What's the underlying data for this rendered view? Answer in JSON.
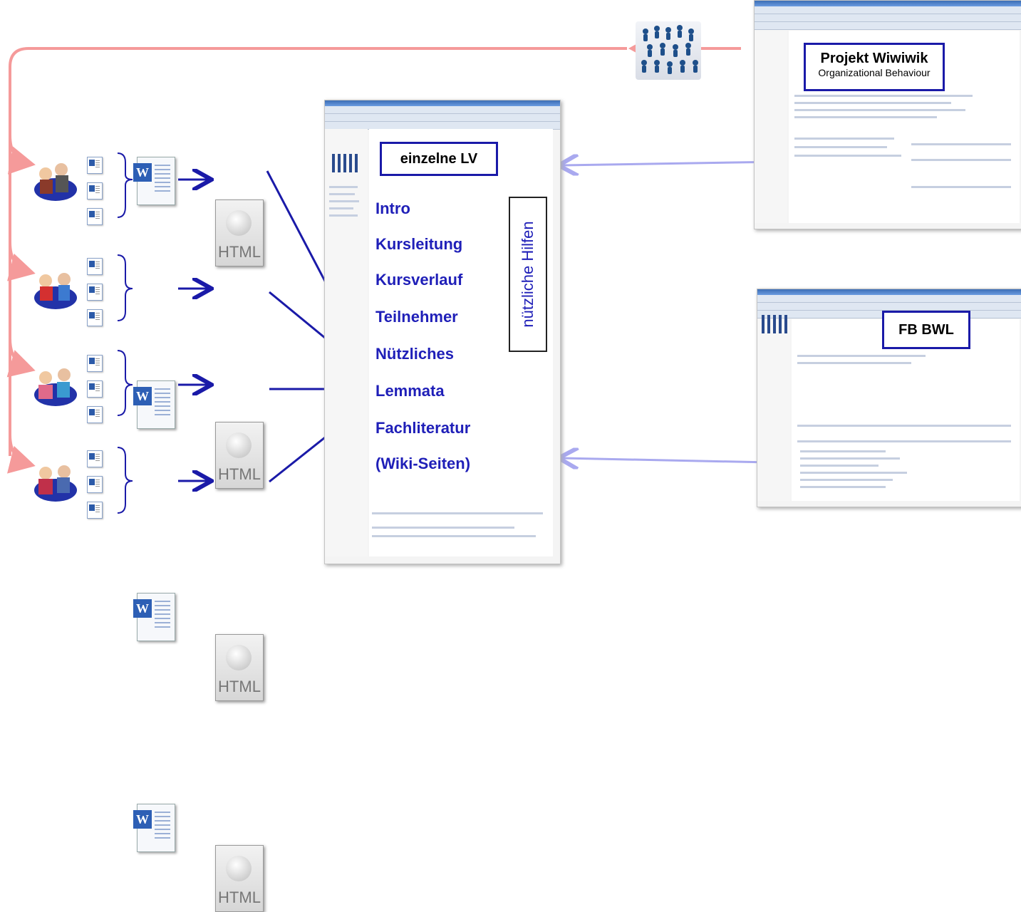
{
  "colors": {
    "arrow_blue": "#1a1aa8",
    "arrow_pink": "#f59a9a",
    "arrow_lavender": "#a9a9ef",
    "text_blue": "#1f1fb8"
  },
  "center_label": "einzelne LV",
  "menu_items": [
    "Intro",
    "Kursleitung",
    "Kursverlauf",
    "Teilnehmer",
    "Nützliches",
    "Lemmata",
    "Fachliteratur",
    "(Wiki-Seiten)"
  ],
  "side_label": "nützliche Hilfen",
  "top_right_box": {
    "title": "Projekt Wiwiwik",
    "subtitle": "Organizational Behaviour"
  },
  "bottom_right_box": {
    "title": "FB BWL"
  },
  "html_label": "HTML",
  "word_letter": "W",
  "icons": {
    "group": "people-group-icon",
    "mini_doc": "word-document-icon",
    "word_doc": "word-file-icon",
    "html_doc": "html-file-icon",
    "crowd": "crowd-icon"
  }
}
